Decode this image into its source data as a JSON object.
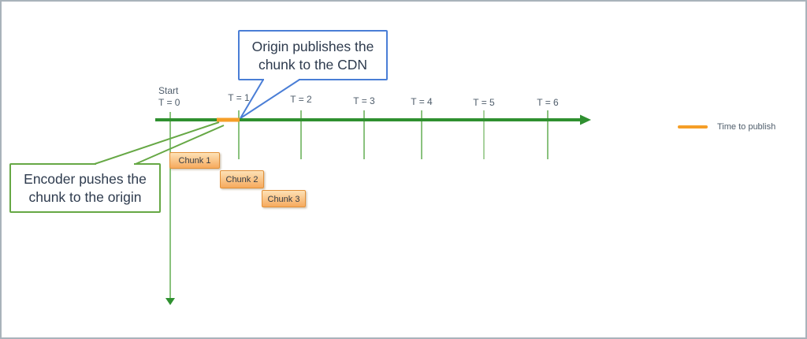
{
  "colors": {
    "green": "#2f9030",
    "tick": "#63ae52",
    "orange": "#f59e27",
    "blue": "#4a7ed6",
    "calloutGreen": "#66a845",
    "textDark": "#2e3b4e",
    "label": "#4f5d6b",
    "frame": "#a9b3bb",
    "chunkBorder": "#e2913a",
    "chunkTop": "#fde1b6",
    "chunkBottom": "#f6aa5e"
  },
  "timeline": {
    "start_label": {
      "line1": "Start",
      "line2": "T = 0"
    },
    "ticks": [
      {
        "label": "T = 1"
      },
      {
        "label": "T = 2"
      },
      {
        "label": "T = 3"
      },
      {
        "label": "T = 4"
      },
      {
        "label": "T = 5"
      },
      {
        "label": "T = 6"
      }
    ]
  },
  "callouts": {
    "origin": {
      "text": "Origin publishes the chunk to the CDN"
    },
    "encoder": {
      "text": "Encoder pushes the chunk to the origin"
    }
  },
  "chunks": [
    {
      "label": "Chunk 1"
    },
    {
      "label": "Chunk 2"
    },
    {
      "label": "Chunk 3"
    }
  ],
  "legend": {
    "label": "Time to publish"
  }
}
